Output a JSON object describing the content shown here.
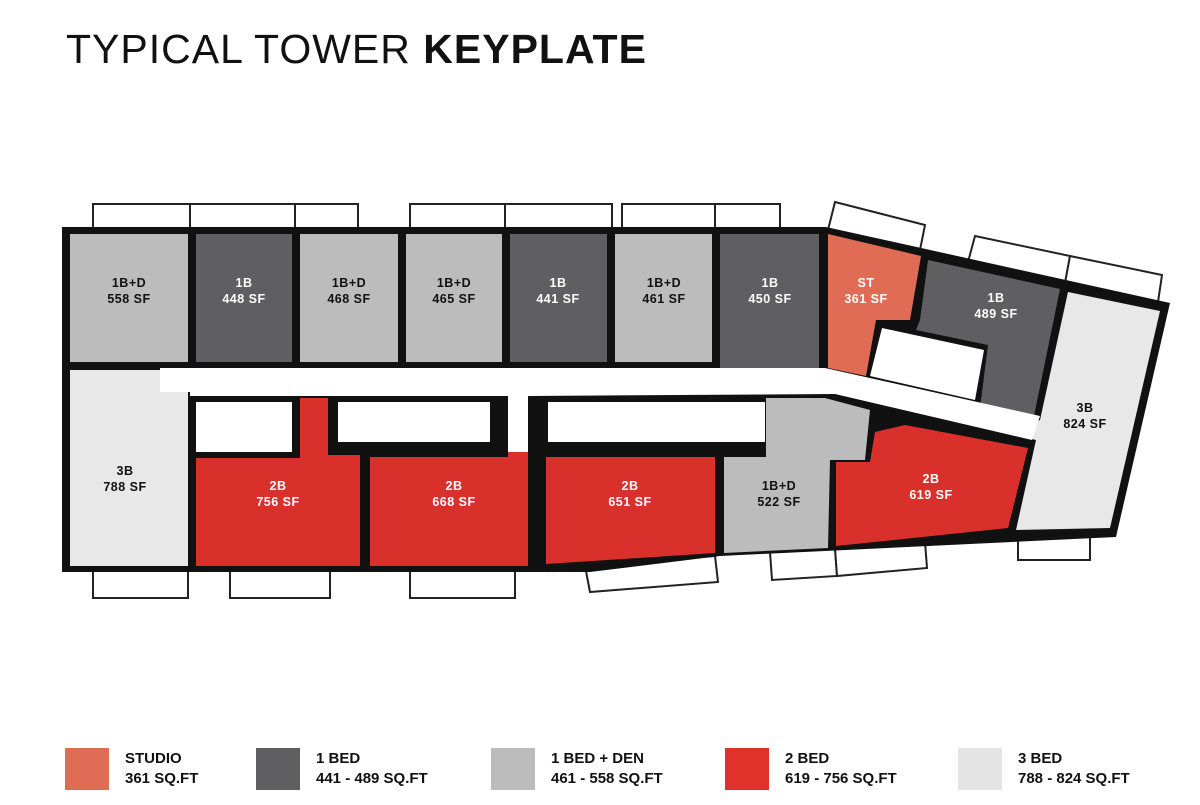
{
  "title": {
    "light": "TYPICAL TOWER ",
    "bold": "KEYPLATE"
  },
  "colors": {
    "studio": "#e06c55",
    "one_bed": "#5f5f61",
    "one_bed_den": "#bcbcbc",
    "two_bed": "#d9302c",
    "three_bed": "#e8e8e8"
  },
  "units": [
    {
      "type": "1B+D",
      "area": "558 SF"
    },
    {
      "type": "1B",
      "area": "448 SF"
    },
    {
      "type": "1B+D",
      "area": "468 SF"
    },
    {
      "type": "1B+D",
      "area": "465 SF"
    },
    {
      "type": "1B",
      "area": "441 SF"
    },
    {
      "type": "1B+D",
      "area": "461 SF"
    },
    {
      "type": "1B",
      "area": "450 SF"
    },
    {
      "type": "ST",
      "area": "361 SF"
    },
    {
      "type": "1B",
      "area": "489 SF"
    },
    {
      "type": "3B",
      "area": "824 SF"
    },
    {
      "type": "3B",
      "area": "788 SF"
    },
    {
      "type": "2B",
      "area": "756 SF"
    },
    {
      "type": "2B",
      "area": "668 SF"
    },
    {
      "type": "2B",
      "area": "651 SF"
    },
    {
      "type": "1B+D",
      "area": "522 SF"
    },
    {
      "type": "2B",
      "area": "619 SF"
    }
  ],
  "legend": [
    {
      "name": "STUDIO",
      "range": "361 SQ.FT"
    },
    {
      "name": "1 BED",
      "range": "441 - 489 SQ.FT"
    },
    {
      "name": "1 BED + DEN",
      "range": "461 - 558 SQ.FT"
    },
    {
      "name": "2 BED",
      "range": "619 - 756 SQ.FT"
    },
    {
      "name": "3 BED",
      "range": "788 - 824 SQ.FT"
    }
  ]
}
